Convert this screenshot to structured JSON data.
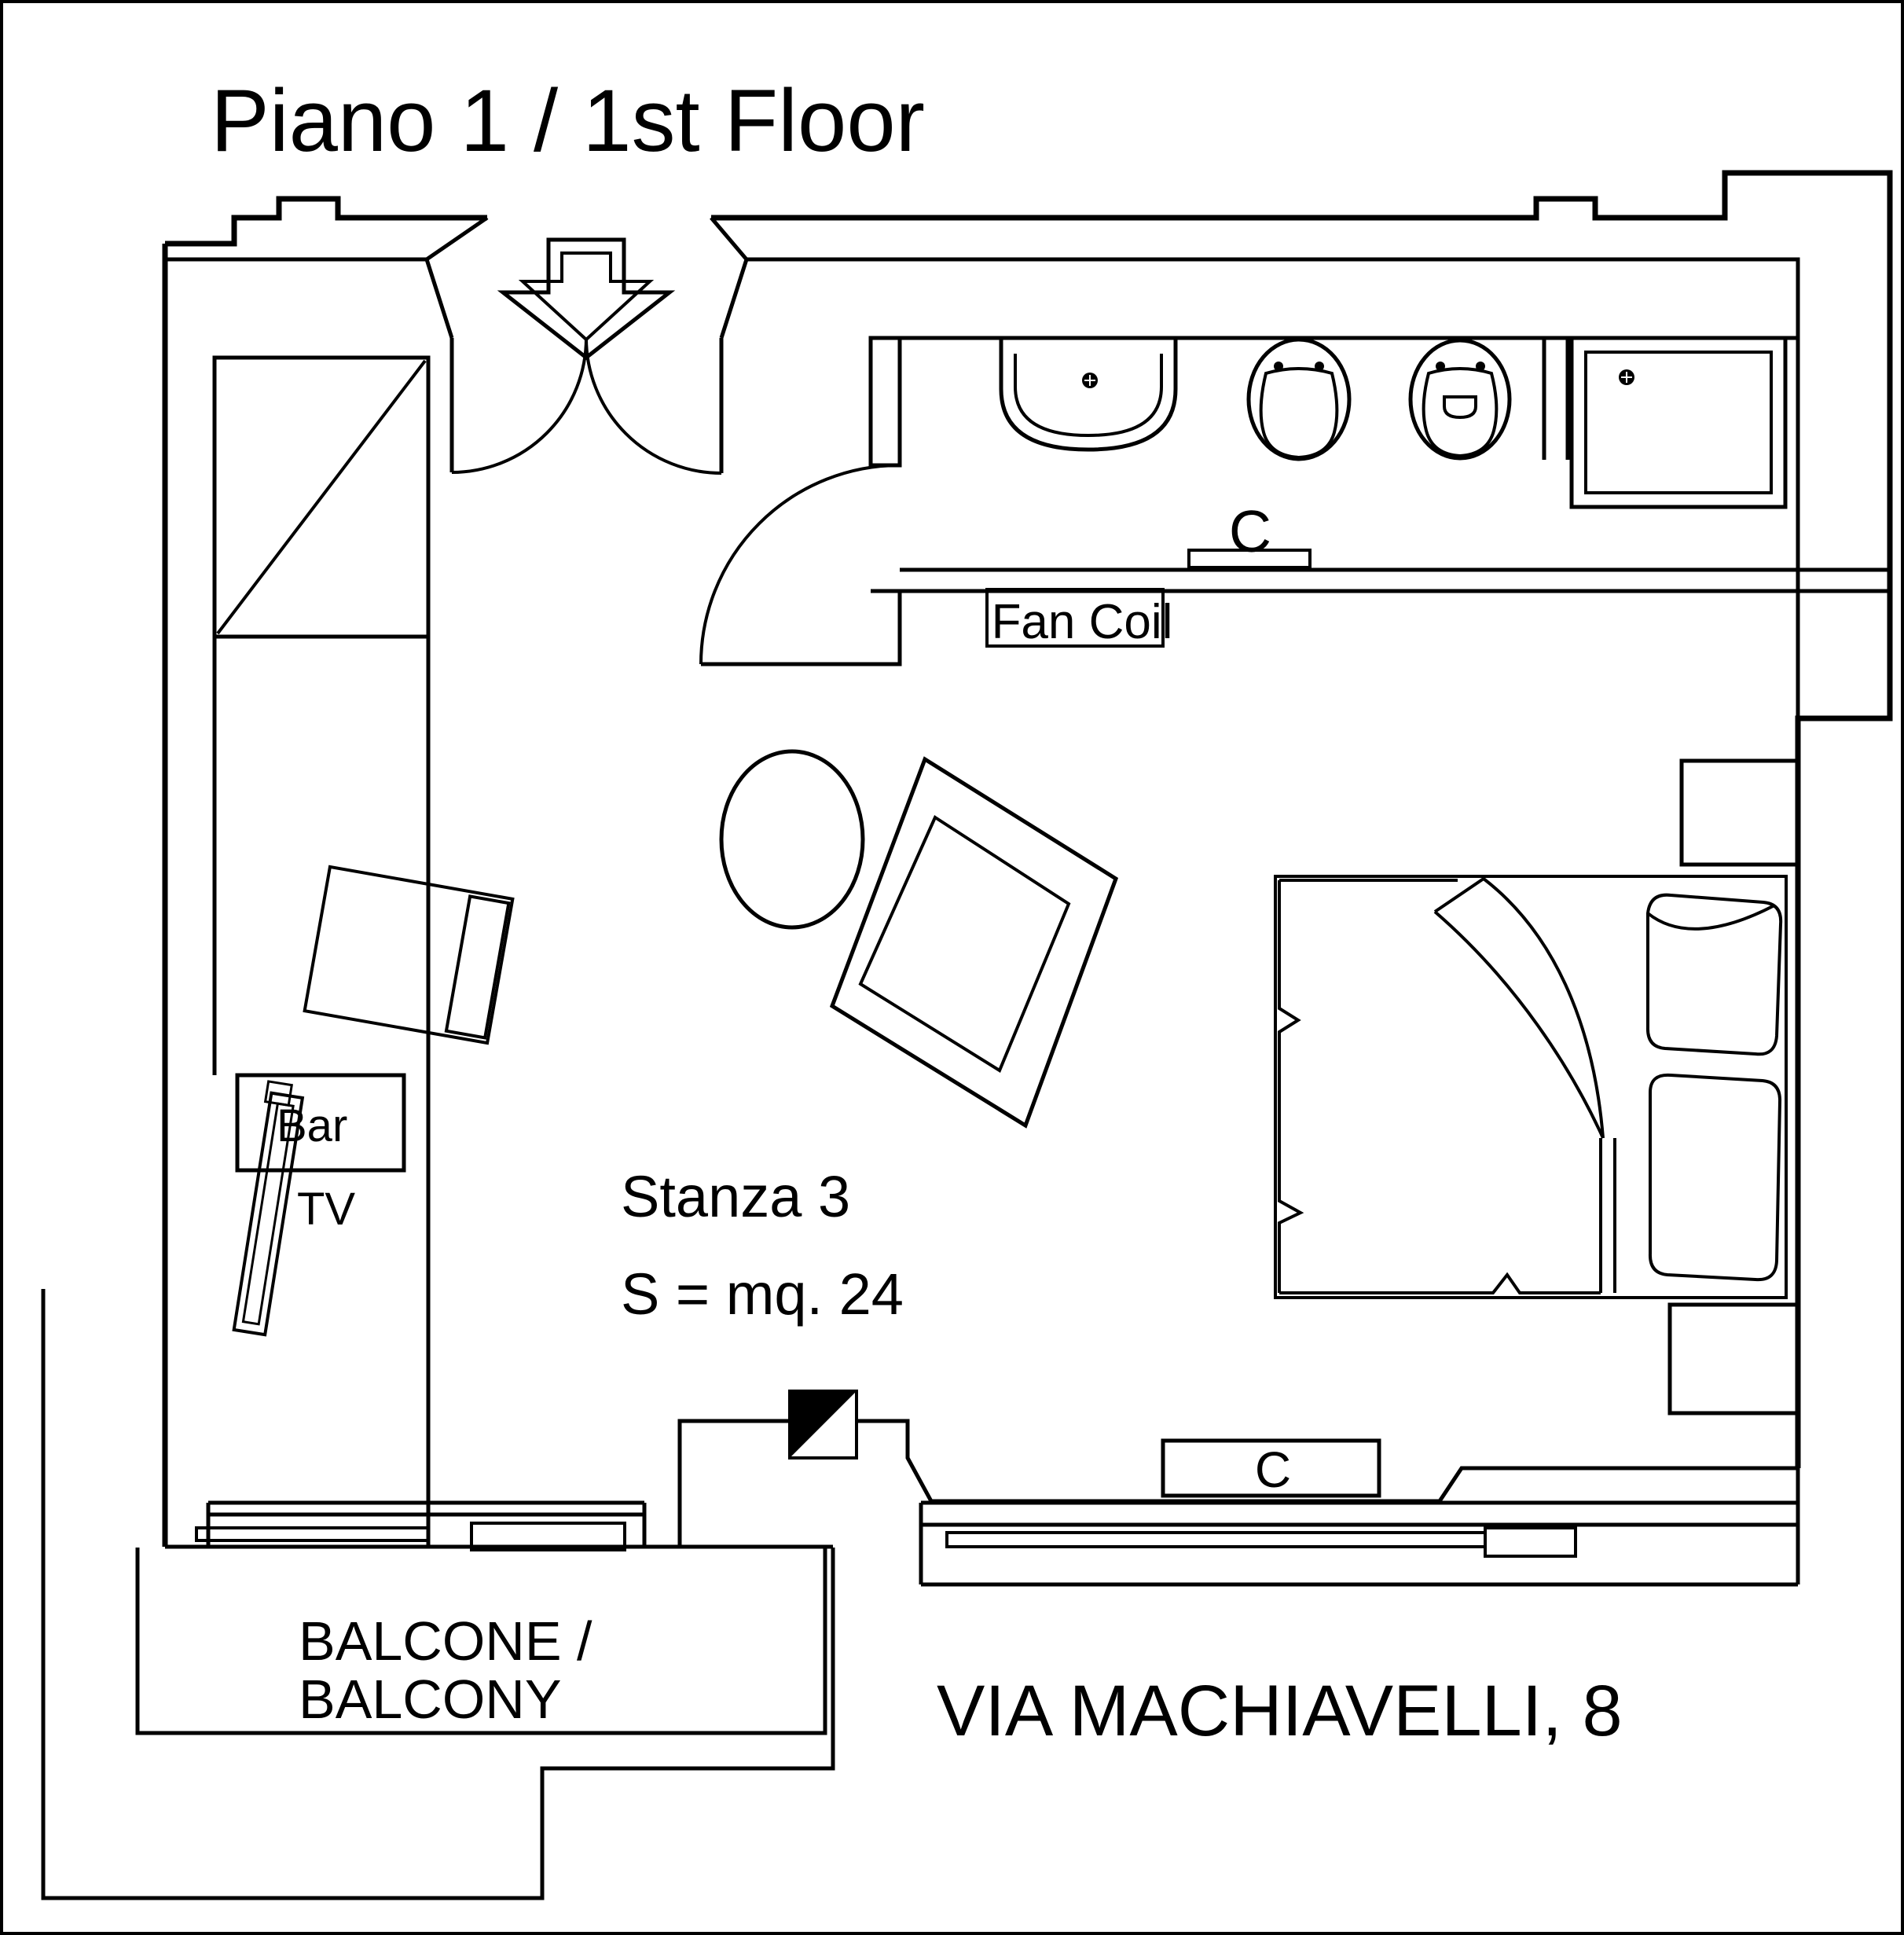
{
  "title": "Piano 1 / 1st Floor",
  "room": {
    "name": "Stanza 3",
    "area": "S = mq. 24"
  },
  "labels": {
    "fan_coil": "Fan Coil",
    "bar": "Bar",
    "tv": "TV",
    "cabinet_bathroom": "C",
    "cabinet_room": "C",
    "balcony_line1": "BALCONE /",
    "balcony_line2": "BALCONY",
    "address": "VIA MACHIAVELLI, 8"
  },
  "colors": {
    "line": "#000000",
    "background": "#ffffff"
  }
}
